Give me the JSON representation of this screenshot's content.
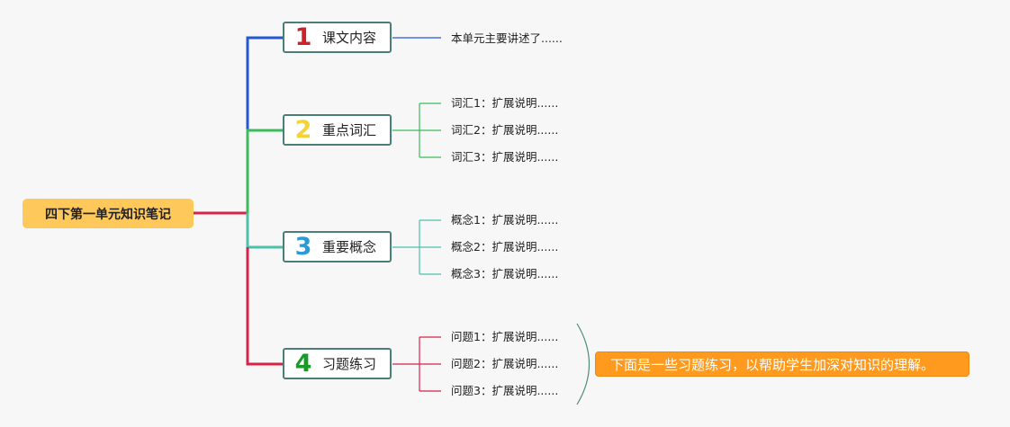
{
  "root": {
    "label": "四下第一单元知识笔记"
  },
  "topics": [
    {
      "number": "1",
      "label": "课文内容",
      "color": "#2357d3",
      "number_color": "#d0202a",
      "leaves": [
        "本单元主要讲述了......"
      ]
    },
    {
      "number": "2",
      "label": "重点词汇",
      "color": "#3dbb5b",
      "number_color": "#f2d33a",
      "leaves": [
        "词汇1：扩展说明......",
        "词汇2：扩展说明......",
        "词汇3：扩展说明......"
      ]
    },
    {
      "number": "3",
      "label": "重要概念",
      "color": "#4dc0ac",
      "number_color": "#2a9ad6",
      "leaves": [
        "概念1：扩展说明......",
        "概念2：扩展说明......",
        "概念3：扩展说明......"
      ]
    },
    {
      "number": "4",
      "label": "习题练习",
      "color": "#d6234a",
      "number_color": "#1a9a2a",
      "leaves": [
        "问题1：扩展说明......",
        "问题2：扩展说明......",
        "问题3：扩展说明......"
      ]
    }
  ],
  "summary_note": "下面是一些习题练习，以帮助学生加深对知识的理解。",
  "colors": {
    "root_bg": "#ffc85a",
    "topic_border": "#4a7f78",
    "note_bg": "#ff9a1f"
  }
}
